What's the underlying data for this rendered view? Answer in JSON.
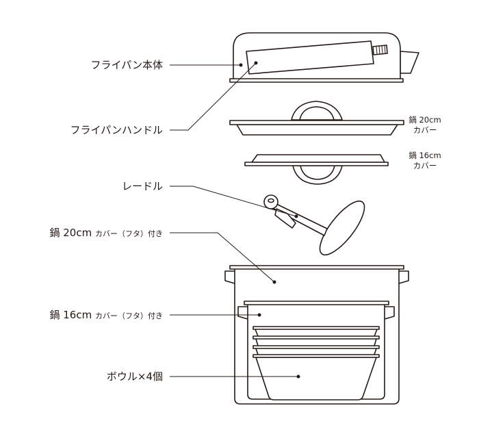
{
  "labels": {
    "frypan_body": "フライパン本体",
    "frypan_handle": "フライパンハンドル",
    "ladle": "レードル",
    "pot20_main": "鍋 20cm",
    "pot20_sub": "カバー（フタ）付き",
    "pot16_main": "鍋 16cm",
    "pot16_sub": "カバー（フタ）付き",
    "bowls": "ボウル×4個"
  },
  "side_labels": {
    "cover20_line1": "鍋 20cm",
    "cover20_line2": "カバー",
    "cover16_line1": "鍋 16cm",
    "cover16_line2": "カバー"
  }
}
